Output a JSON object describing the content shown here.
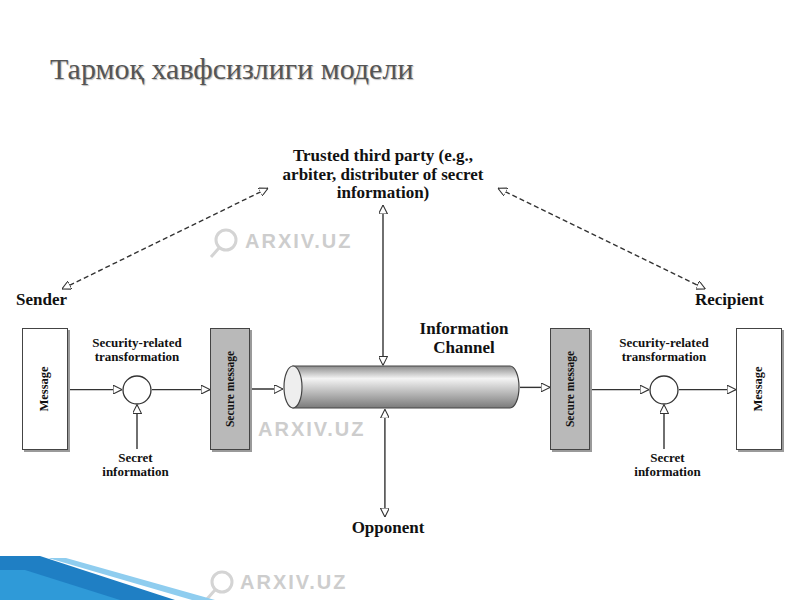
{
  "diagram": {
    "title": "Тармоқ хавфсизлиги модели",
    "nodes": [
      {
        "text": [
          "Trusted third party (e.g., arbiter, distributer of secret information)"
        ]
      },
      {
        "text": [
          "Sender"
        ]
      },
      {
        "text": [
          "Message"
        ]
      },
      {
        "text": [
          "Security-related transformation"
        ]
      },
      {
        "text": [
          "Secure message"
        ]
      },
      {
        "text": [
          "Secret information"
        ]
      },
      {
        "text": [
          "Information Channel"
        ]
      },
      {
        "text": [
          "Secure message"
        ]
      },
      {
        "text": [
          "Security-related transformation"
        ]
      },
      {
        "text": [
          "Message"
        ]
      },
      {
        "text": [
          "Secret information"
        ]
      },
      {
        "text": [
          "Recipient"
        ]
      },
      {
        "text": [
          "Opponent"
        ]
      }
    ],
    "edges": [
      {
        "from": 0,
        "to": 1,
        "arrow": "both"
      },
      {
        "from": 0,
        "to": 11,
        "arrow": "both"
      },
      {
        "from": 0,
        "to": 6,
        "arrow": "both"
      },
      {
        "from": 6,
        "to": 12,
        "arrow": "both"
      },
      {
        "from": 2,
        "to": 3,
        "arrow": "to"
      },
      {
        "from": 3,
        "to": 4,
        "arrow": "to"
      },
      {
        "from": 5,
        "to": 3,
        "arrow": "to"
      },
      {
        "from": 4,
        "to": 6,
        "arrow": "to"
      },
      {
        "from": 6,
        "to": 7,
        "arrow": "to"
      },
      {
        "from": 7,
        "to": 8,
        "arrow": "to"
      },
      {
        "from": 8,
        "to": 9,
        "arrow": "to"
      },
      {
        "from": 10,
        "to": 8,
        "arrow": "to"
      }
    ],
    "labels": [
      "ARXIV.UZ",
      "ARXIV.UZ",
      "ARXIV.UZ"
    ]
  }
}
